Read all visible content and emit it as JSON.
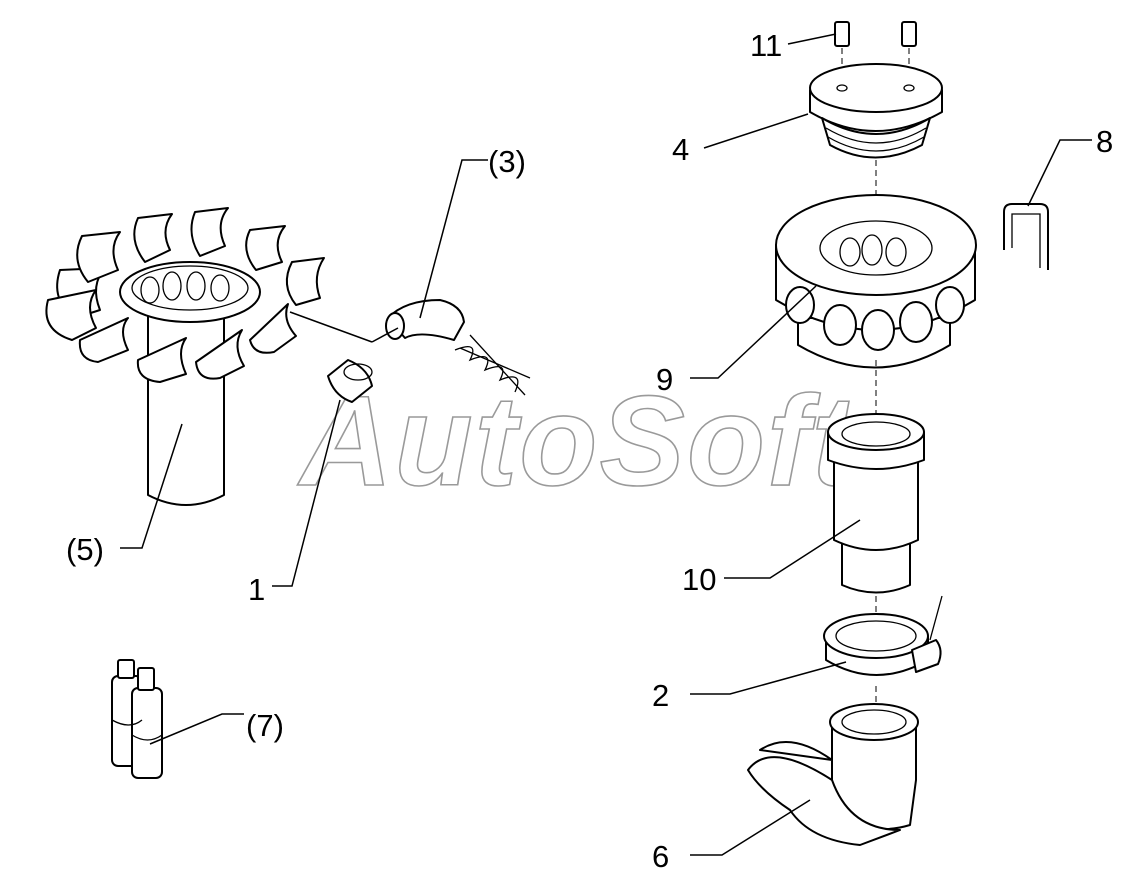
{
  "watermark": "AutoSoft",
  "callouts": {
    "p1": "1",
    "p2": "2",
    "p3": "(3)",
    "p4": "4",
    "p5": "(5)",
    "p6": "6",
    "p7": "(7)",
    "p8": "8",
    "p9": "9",
    "p10": "10",
    "p11": "11"
  }
}
